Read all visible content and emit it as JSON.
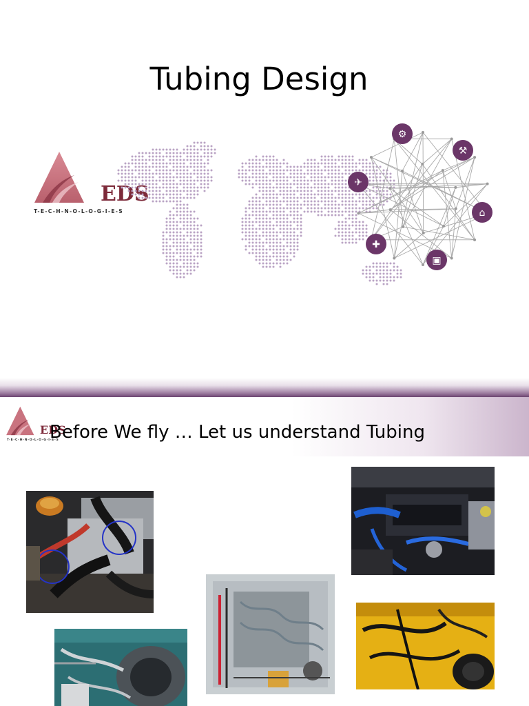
{
  "slide1": {
    "title": "Tubing Design",
    "logo": {
      "name": "EDS",
      "tagline": "T-E-C-H-N-O-L-O-G-I-E-S"
    },
    "network_icons": [
      "gears-icon",
      "robot-arm-icon",
      "oil-rig-icon",
      "bulldozer-icon",
      "medical-icon",
      "airplane-icon"
    ]
  },
  "slide2": {
    "title": "Before We fly … Let us understand  Tubing",
    "logo": {
      "name": "EDS",
      "tagline": "T-E-C-H-N-O-L-O-G-I-E-S"
    },
    "photos": [
      "engine-bay-hoses-photo",
      "boxer-engine-blue-hoses-photo",
      "control-panel-tubing-photo",
      "yellow-bay-hoses-photo",
      "jet-engine-tubing-photo"
    ]
  },
  "colors": {
    "brand_maroon": "#7d2a3a",
    "brand_pink": "#c9737f",
    "map_dots": "#b9a3c4",
    "network_purple": "#6b3668"
  }
}
